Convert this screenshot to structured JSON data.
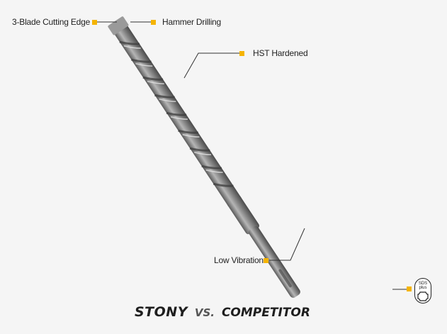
{
  "features": {
    "cutting_edge": "3-Blade Cutting Edge",
    "hammer_drilling": "Hammer Drilling",
    "hardened": "HST Hardened",
    "low_vibration": "Low Vibration"
  },
  "sds_badge": {
    "line1": "SDS",
    "line2": "plus"
  },
  "footer": {
    "brand": "STONY",
    "vs": "VS.",
    "competitor": "COMPETITOR"
  },
  "colors": {
    "background": "#f5f5f5",
    "marker": "#f5b400",
    "text": "#222222"
  }
}
